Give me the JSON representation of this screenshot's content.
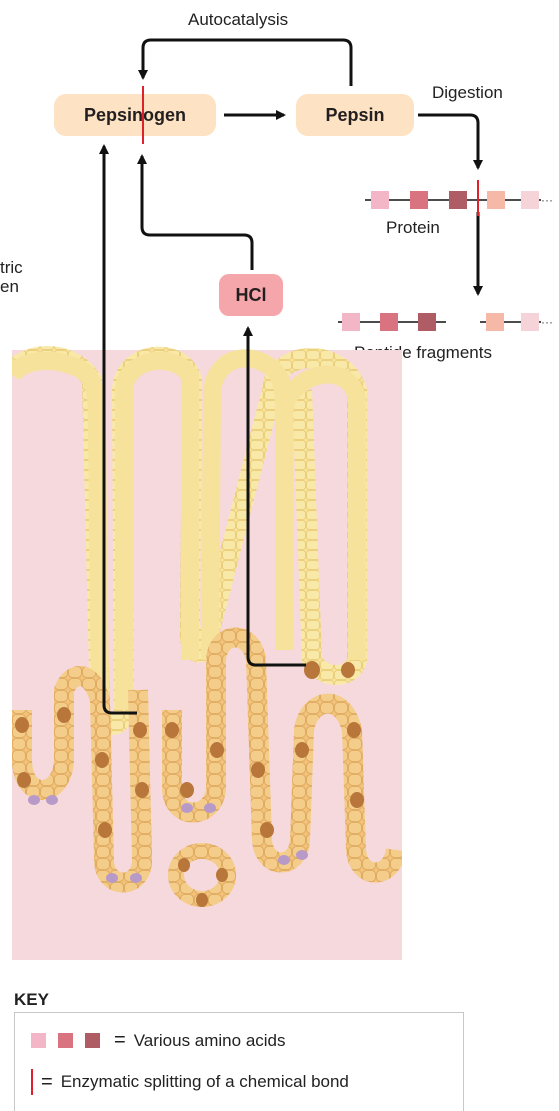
{
  "labels": {
    "autocatalysis": "Autocatalysis",
    "digestion": "Digestion",
    "protein": "Protein",
    "peptide_fragments": "Peptide fragments",
    "gastric_cut_1": "tric",
    "gastric_cut_2": "en"
  },
  "boxes": {
    "pepsinogen": "Pepsinogen",
    "pepsin": "Pepsin",
    "hcl": "HCl"
  },
  "key": {
    "title": "KEY",
    "amino_acids": "Various amino acids",
    "splitting": "Enzymatic splitting of a chemical bond",
    "equals": "="
  },
  "colors": {
    "box_fill": "#fde2c3",
    "hcl_fill": "#f4a6aa",
    "amino_light": "#f2b6c6",
    "amino_mid": "#d9737f",
    "amino_dark": "#b05c64",
    "amino_peach": "#f6b9a8",
    "amino_pale": "#f5d3d8",
    "cleavage": "#e0202a",
    "tissue": "#f6d9dc",
    "cell_yellow": "#f6e29a",
    "cell_orange": "#f2c27a",
    "cell_brown": "#b8763a",
    "cell_purple": "#b79ac8"
  }
}
